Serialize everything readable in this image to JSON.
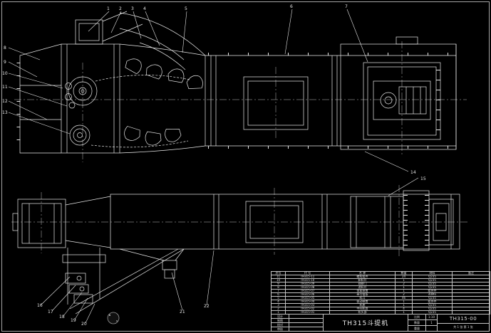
{
  "drawing": {
    "title": "TH315斗提机",
    "drawing_number": "TH315-00",
    "colors": {
      "background": "#000000",
      "line": "#e8e8e8"
    }
  },
  "balloons": [
    "1",
    "2",
    "3",
    "4",
    "5",
    "6",
    "7",
    "8",
    "9",
    "10",
    "11",
    "12",
    "13",
    "14",
    "15",
    "16",
    "17",
    "18",
    "19",
    "20",
    "21",
    "22"
  ],
  "parts_list": {
    "headers": [
      "序号",
      "代  号",
      "名  称",
      "数量",
      "材料",
      "备注"
    ],
    "rows": [
      [
        "11",
        "TH315-11",
        "螺栓组件",
        "24",
        "Q235",
        ""
      ],
      [
        "10",
        "TH315-10",
        "卸料口",
        "1",
        "Q235",
        ""
      ],
      [
        "9",
        "TH315-09",
        "观察门",
        "2",
        "Q235",
        ""
      ],
      [
        "8",
        "TH315-08",
        "进料口",
        "1",
        "Q235",
        ""
      ],
      [
        "7",
        "TH315-07",
        "张紧装置",
        "1",
        "组合件",
        ""
      ],
      [
        "6",
        "TH315-06",
        "牵引链条",
        "2",
        "40Mn",
        ""
      ],
      [
        "5",
        "TH315-05",
        "料斗",
        "46",
        "Q235",
        ""
      ],
      [
        "4",
        "TH315-04",
        "驱动装置",
        "1",
        "组合件",
        ""
      ],
      [
        "3",
        "TH315-03",
        "机座",
        "1",
        "Q235",
        ""
      ],
      [
        "2",
        "TH315-02",
        "中间机筒",
        "4",
        "Q235",
        ""
      ],
      [
        "1",
        "TH315-01",
        "机头部",
        "1",
        "Q235",
        ""
      ]
    ]
  },
  "title_block": {
    "signatures": [
      {
        "label": "设计",
        "value": ""
      },
      {
        "label": "制图",
        "value": ""
      },
      {
        "label": "校对",
        "value": ""
      },
      {
        "label": "审核",
        "value": ""
      }
    ],
    "title": "TH315斗提机",
    "scale_label": "比例",
    "scale_value": "1:10",
    "qty_label": "数量",
    "qty_value": "1",
    "weight_label": "重量",
    "weight_value": "",
    "drawing_number": "TH315-00",
    "sheet_info": "共 1 张  第 1 张"
  }
}
